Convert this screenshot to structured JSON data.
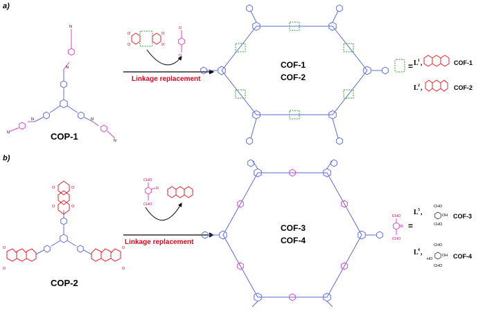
{
  "panels": {
    "a": {
      "label": "a)",
      "monomer_label": "COP-1",
      "process_label": "Linkage replacement",
      "product_labels": [
        "COF-1",
        "COF-2"
      ],
      "legend": [
        {
          "linker": "L",
          "sup": "1",
          "sep": ",",
          "product": "COF-1"
        },
        {
          "linker": "L",
          "sup": "2",
          "sep": ",",
          "product": "COF-2"
        }
      ],
      "equals": "="
    },
    "b": {
      "label": "b)",
      "monomer_label": "COP-2",
      "process_label": "Linkage replacement",
      "product_labels": [
        "COF-3",
        "COF-4"
      ],
      "reagent_groups": {
        "top": "CHO",
        "bottom": "CHO",
        "sub": "R"
      },
      "legend": [
        {
          "linker": "L",
          "sup": "3",
          "sep": ",",
          "product": "COF-3",
          "groups": [
            "CHO",
            "OH",
            "CHO"
          ]
        },
        {
          "linker": "L",
          "sup": "4",
          "sep": ",",
          "product": "COF-4",
          "groups": [
            "CHO",
            "OH",
            "CHO",
            "HO"
          ]
        }
      ],
      "legend_groups": {
        "top": "CHO",
        "bottom": "CHO",
        "sub": "R"
      },
      "equals": "="
    }
  },
  "colors": {
    "framework_blue": "#5a6ad8",
    "aldehyde_pink": "#e040c8",
    "imide_red": "#e8202a",
    "label_red": "#e0001a",
    "placeholder_green": "#2a9a2a"
  }
}
